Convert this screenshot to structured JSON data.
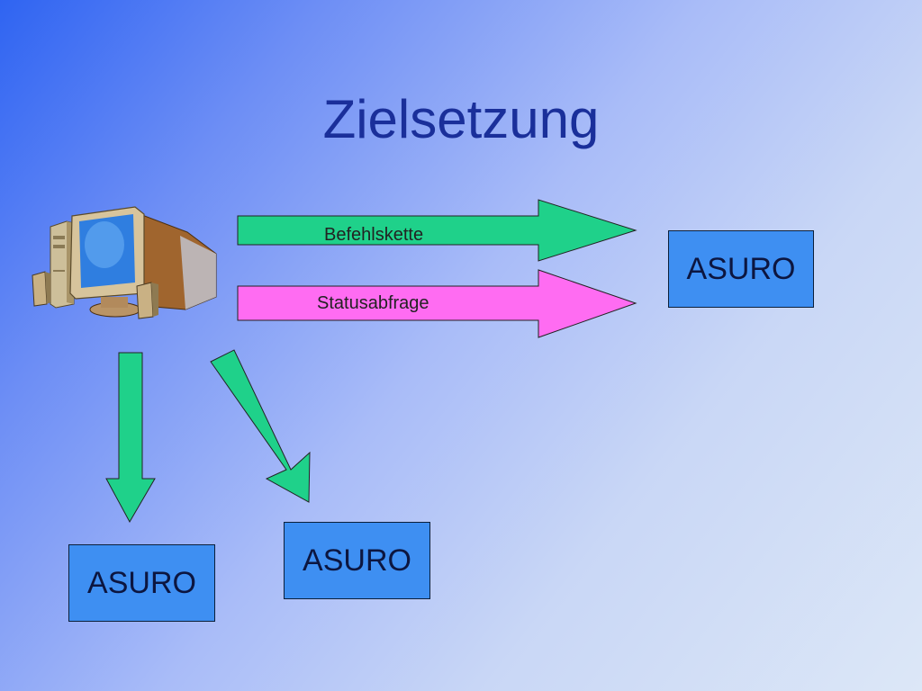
{
  "slide": {
    "title": "Zielsetzung"
  },
  "arrows": {
    "command_label": "Befehlskette",
    "status_label": "Statusabfrage"
  },
  "targets": {
    "right": "ASURO",
    "bottom_left": "ASURO",
    "bottom_middle": "ASURO"
  },
  "colors": {
    "background_start": "#2f64f2",
    "background_end": "#dce7f7",
    "title": "#1a2f9a",
    "arrow_green": "#1fd18a",
    "arrow_magenta": "#ff6cf2",
    "box_blue": "#3e8ff2"
  },
  "icons": [
    "computer-icon",
    "speaker-icon"
  ]
}
